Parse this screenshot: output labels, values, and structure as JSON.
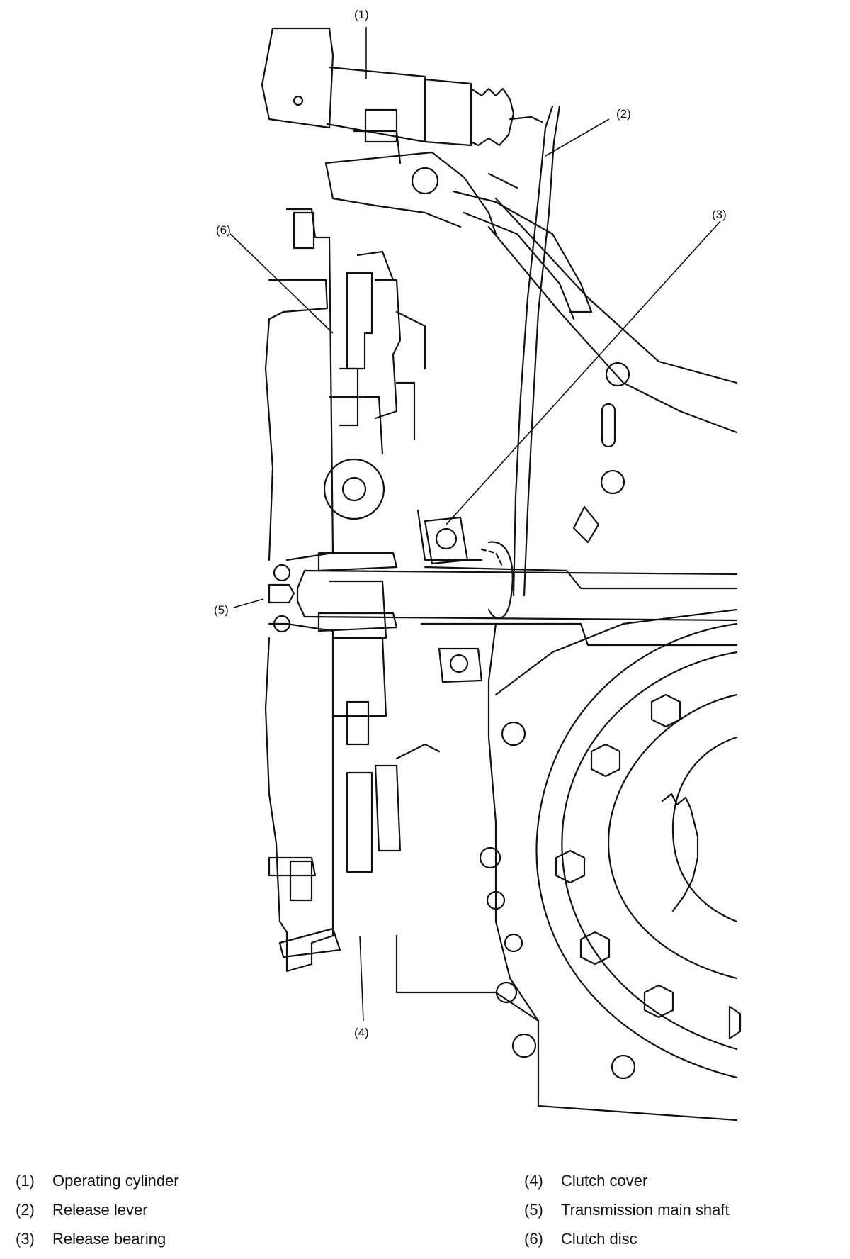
{
  "callouts": [
    "(1)",
    "(2)",
    "(3)",
    "(4)",
    "(5)",
    "(6)"
  ],
  "legend": [
    {
      "num": "(1)",
      "text": "Operating cylinder"
    },
    {
      "num": "(2)",
      "text": "Release lever"
    },
    {
      "num": "(3)",
      "text": "Release bearing"
    },
    {
      "num": "(4)",
      "text": "Clutch cover"
    },
    {
      "num": "(5)",
      "text": "Transmission main shaft"
    },
    {
      "num": "(6)",
      "text": "Clutch disc"
    }
  ]
}
